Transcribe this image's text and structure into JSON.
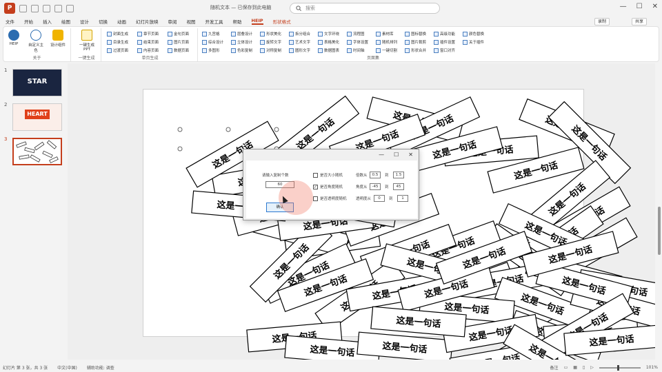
{
  "titlebar": {
    "doc_title": "随机文本 — 已保存到此电脑",
    "search_placeholder": "搜索",
    "minimize": "—",
    "maximize": "☐",
    "close": "✕"
  },
  "menu": {
    "tabs": [
      "文件",
      "开始",
      "插入",
      "绘图",
      "设计",
      "切换",
      "动画",
      "幻灯片放映",
      "审阅",
      "视图",
      "开发工具",
      "帮助",
      "HEIP",
      "形状格式"
    ],
    "active_tab": "HEIP",
    "record_label": "录制",
    "share_label": "共享"
  },
  "ribbon": {
    "groups": [
      {
        "label": "关于",
        "buttons": [
          "HEIP",
          "自定义主色",
          "设计组件"
        ]
      },
      {
        "label": "一键生成",
        "buttons": [
          "一键生成PPT"
        ]
      },
      {
        "label": "单页生成",
        "items": [
          "封面生成",
          "目录生成",
          "过渡页面",
          "章节页面",
          "结束页面",
          "内容页面",
          "金句页面",
          "图片页面",
          "数据页面"
        ]
      },
      {
        "label": "页面集",
        "items": [
          "九宫格",
          "综合设计",
          "多图形",
          "层叠设计",
          "立体设计",
          "色彩复制",
          "形状美化",
          "旋转文字",
          "对称复制",
          "拆分组合",
          "艺术文字",
          "圆形文字",
          "文字环绕",
          "表格美化",
          "数据图表",
          "流程图",
          "字体设置",
          "时间轴",
          "素材库",
          "随机排列",
          "一键切割",
          "图标替换",
          "图片裁剪",
          "形状合并",
          "高级功能",
          "插件设置",
          "窗口对齐",
          "颜色替换",
          "关于插件"
        ]
      }
    ]
  },
  "slides": {
    "numbers": [
      "1",
      "2",
      "3"
    ],
    "thumb1_text": "STAR",
    "thumb2_text": "HEART"
  },
  "slide": {
    "shape_text": "这是一句话"
  },
  "dialog": {
    "close": "✕",
    "max": "☐",
    "min": "—",
    "count_label": "请输入复制个数",
    "count_value": "60",
    "ok_label": "确认",
    "opt_size": "是否大小随机",
    "opt_angle": "是否角度随机",
    "opt_transp": "是否透明度随机",
    "scale_from": "倍数从",
    "scale_a": "0.5",
    "scale_to": "到",
    "scale_b": "1.5",
    "angle_from": "角度从",
    "angle_a": "-45",
    "angle_to": "到",
    "angle_b": "45",
    "transp_from": "透明度从",
    "transp_a": "0",
    "transp_to": "到",
    "transp_b": "1",
    "angle_checked": "✓"
  },
  "status": {
    "slide_info": "幻灯片 第 3 张，共 3 张",
    "lang": "中文(中国)",
    "accessibility": "辅助功能: 调查",
    "notes": "备注",
    "zoom": "101%"
  }
}
